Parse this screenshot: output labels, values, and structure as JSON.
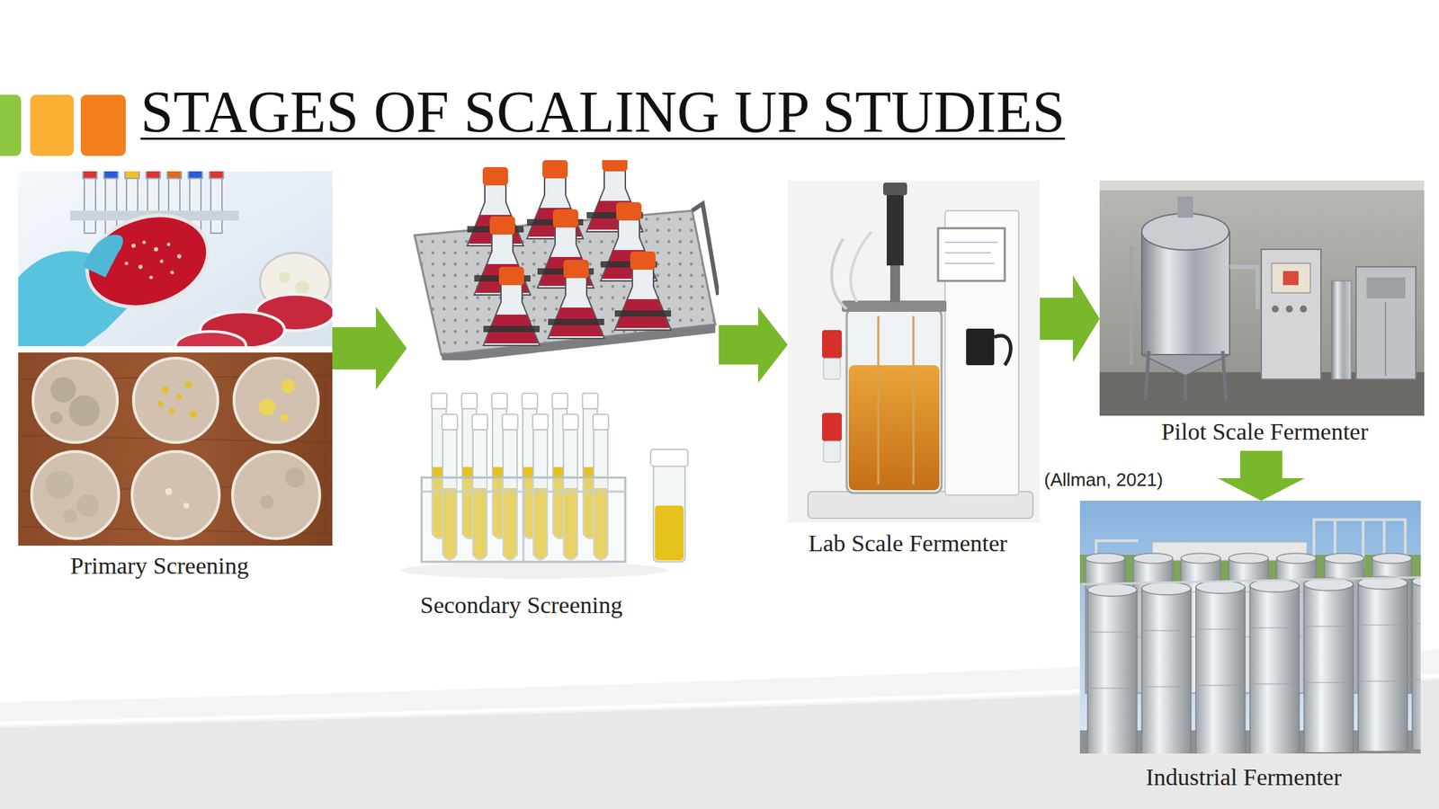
{
  "diagram": {
    "title": "STAGES OF SCALING UP STUDIES",
    "nodes": [
      {
        "text": [
          "Primary Screening"
        ]
      },
      {
        "text": [
          "Secondary Screening"
        ]
      },
      {
        "text": [
          "Lab Scale Fermenter"
        ]
      },
      {
        "text": [
          "Pilot Scale Fermenter"
        ]
      },
      {
        "text": [
          "Industrial Fermenter"
        ]
      }
    ],
    "edges": [
      {
        "from": 0,
        "to": 1,
        "arrow": "to"
      },
      {
        "from": 1,
        "to": 2,
        "arrow": "to"
      },
      {
        "from": 2,
        "to": 3,
        "arrow": "to"
      },
      {
        "from": 3,
        "to": 4,
        "arrow": "to"
      }
    ],
    "labels": [
      "(Allman, 2021)"
    ]
  }
}
